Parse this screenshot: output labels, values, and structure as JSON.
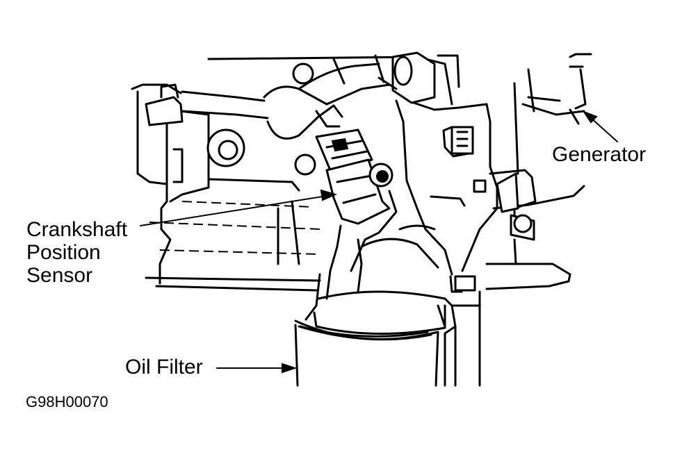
{
  "labels": {
    "generator": "Generator",
    "sensor_line1": "Crankshaft",
    "sensor_line2": "Position",
    "sensor_line3": "Sensor",
    "oil_filter": "Oil Filter"
  },
  "figure_code": "G98H00070",
  "colors": {
    "ink": "#000000",
    "paper": "#ffffff"
  }
}
